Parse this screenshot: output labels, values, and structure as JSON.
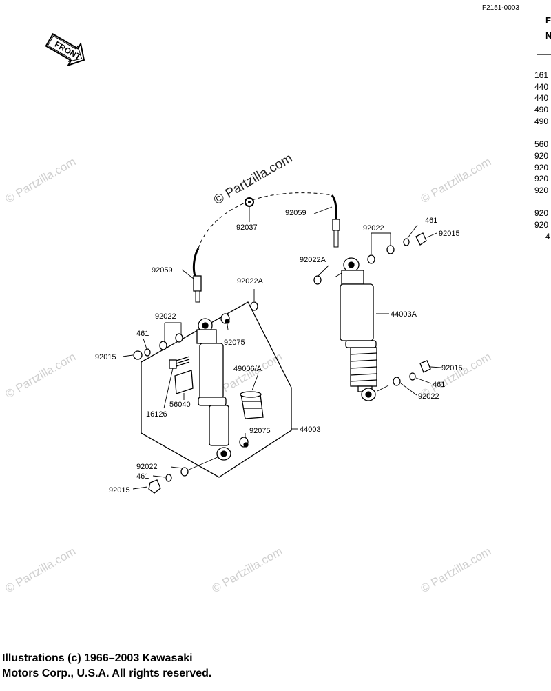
{
  "diagram_code": "F2151-0003",
  "front_label": "FRONT",
  "watermark": "© Partzilla.com",
  "copyright": "Illustrations (c) 1966–2003 Kawasaki\nMotors Corp., U.S.A.  All rights reserved.",
  "right_header": [
    "F",
    "N"
  ],
  "right_part_fragments": [
    "161",
    "440",
    "440",
    "490",
    "490",
    "",
    "560",
    "920",
    "920",
    "920",
    "920",
    "",
    "920",
    "920",
    "4"
  ],
  "callouts": {
    "c92059_left": "92059",
    "c92059_right": "92059",
    "c92037": "92037",
    "c92022A_left": "92022A",
    "c92022A_right": "92022A",
    "c92022_left_top": "92022",
    "c92022_right_top": "92022",
    "c461_left_top": "461",
    "c461_right_top": "461",
    "c92015_left_top": "92015",
    "c92015_right_top": "92015",
    "c92075_top": "92075",
    "c49006A": "49006/A",
    "c56040": "56040",
    "c16126": "16126",
    "c92075_bottom": "92075",
    "c44003": "44003",
    "c44003A": "44003A",
    "c92022_left_bottom": "92022",
    "c461_left_bottom": "461",
    "c92015_left_bottom": "92015",
    "c92015_right_bottom": "92015",
    "c461_right_bottom": "461",
    "c92022_right_bottom": "92022"
  }
}
